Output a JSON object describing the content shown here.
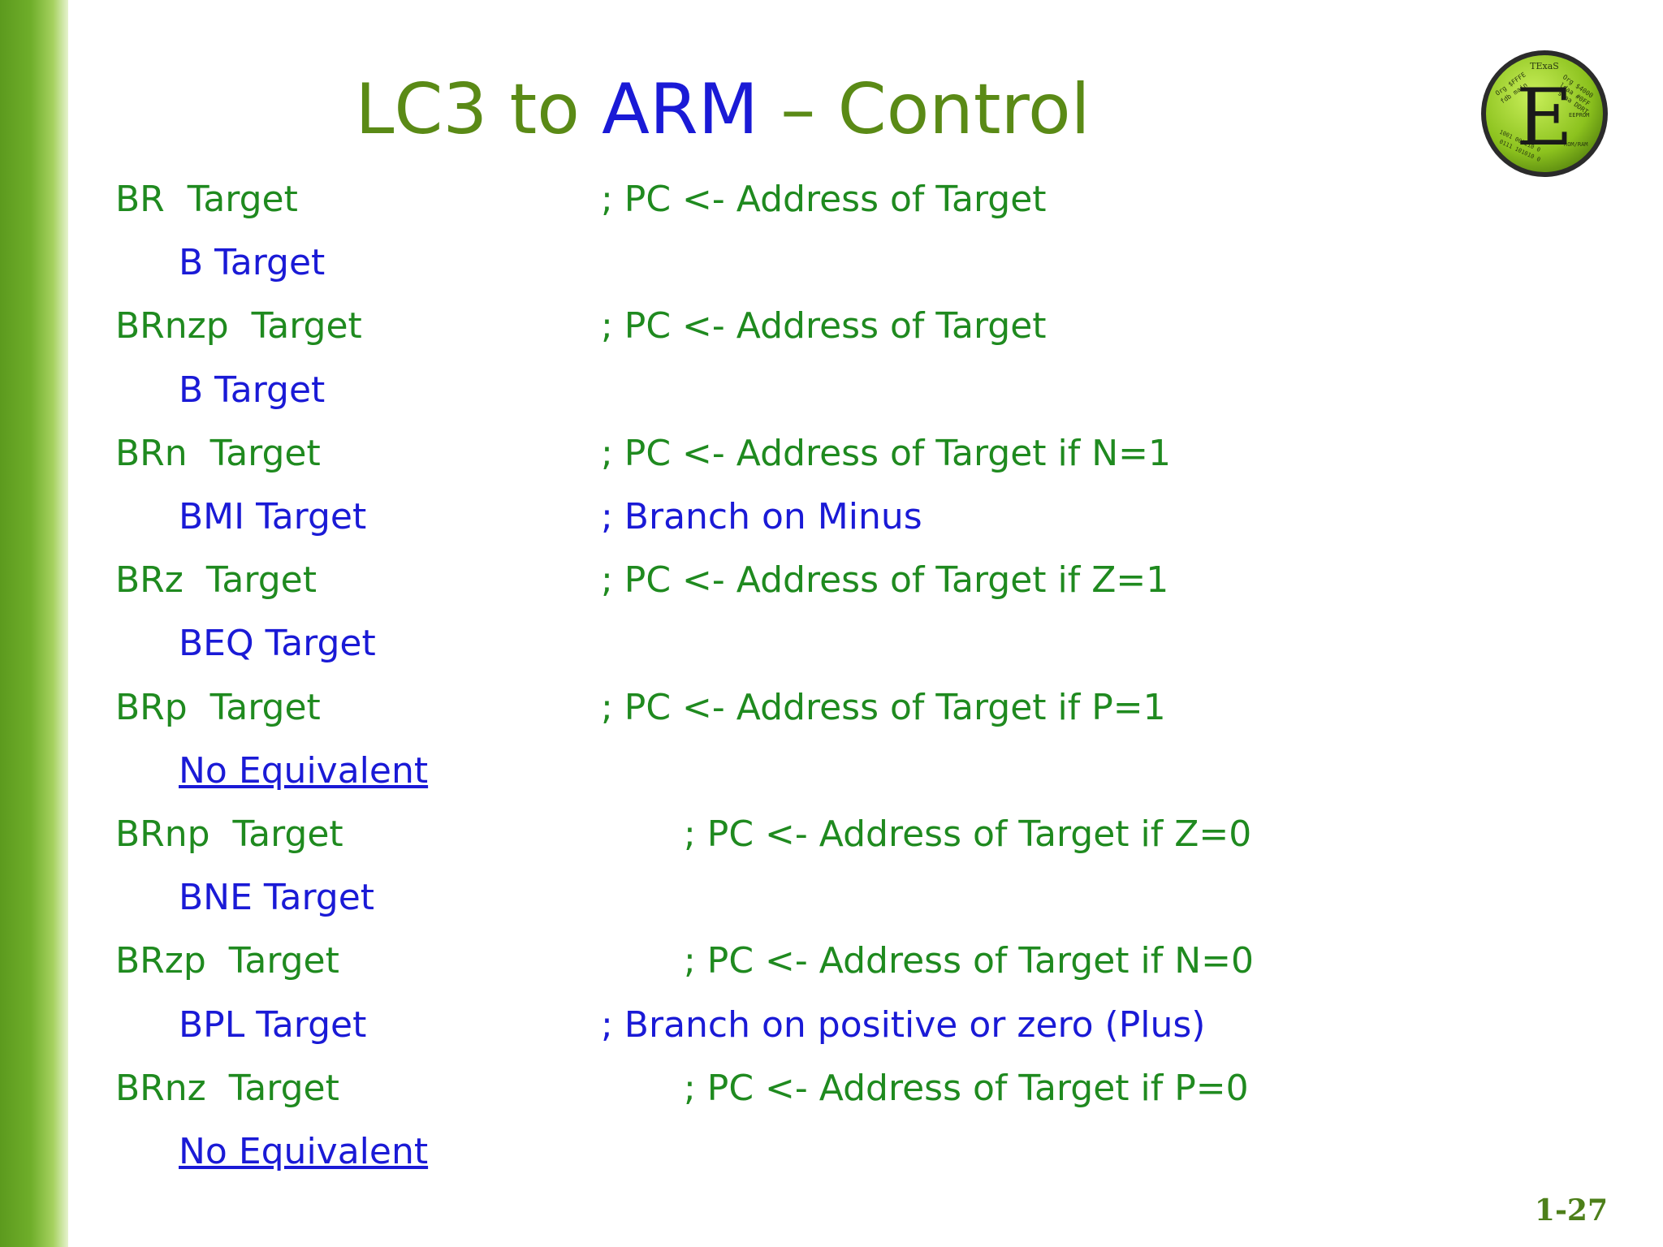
{
  "title": {
    "part1": "LC3 to ",
    "part2": "ARM",
    "part3": " – Control"
  },
  "logo": {
    "letter": "E",
    "text_top": "TExaS",
    "text_lines": [
      "Org $FFFE",
      "fdb main",
      "Org $4000",
      "ldaa #0FF",
      "staa DDRT",
      "EEPROM",
      "ROM/RAM",
      "1001 000110 0",
      "0111 101010 0"
    ]
  },
  "lines": [
    {
      "instr": "BR  Target",
      "comment": "; PC <- Address of Target",
      "kind": "lc3"
    },
    {
      "instr": "B Target",
      "comment": "",
      "kind": "arm"
    },
    {
      "instr": "BRnzp  Target",
      "comment": "; PC <- Address of Target",
      "kind": "lc3"
    },
    {
      "instr": "B Target",
      "comment": "",
      "kind": "arm"
    },
    {
      "instr": "BRn  Target",
      "comment": "; PC <- Address of Target if N=1",
      "kind": "lc3"
    },
    {
      "instr": "BMI Target",
      "comment": "; Branch on Minus",
      "kind": "arm"
    },
    {
      "instr": "BRz  Target",
      "comment": "; PC <- Address of Target if Z=1",
      "kind": "lc3"
    },
    {
      "instr": "BEQ Target",
      "comment": "",
      "kind": "arm"
    },
    {
      "instr": "BRp  Target",
      "comment": "; PC <- Address of Target if P=1",
      "kind": "lc3"
    },
    {
      "instr": "No Equivalent",
      "comment": "",
      "kind": "arm-none"
    },
    {
      "instr": "BRnp  Target",
      "comment": "; PC <- Address of Target if Z=0",
      "kind": "lc3-shift"
    },
    {
      "instr": "BNE Target",
      "comment": "",
      "kind": "arm"
    },
    {
      "instr": "BRzp  Target",
      "comment": "; PC <- Address of Target if N=0",
      "kind": "lc3-shift"
    },
    {
      "instr": "BPL Target",
      "comment": "; Branch on positive or zero (Plus)",
      "kind": "arm"
    },
    {
      "instr": "BRnz  Target",
      "comment": "; PC <- Address of Target if P=0",
      "kind": "lc3-shift"
    },
    {
      "instr": "No Equivalent",
      "comment": "",
      "kind": "arm-none"
    }
  ],
  "page_number": "1-27",
  "colors": {
    "title_green": "#5a8a16",
    "code_green": "#1f8a1f",
    "code_blue": "#1a1ad6"
  }
}
